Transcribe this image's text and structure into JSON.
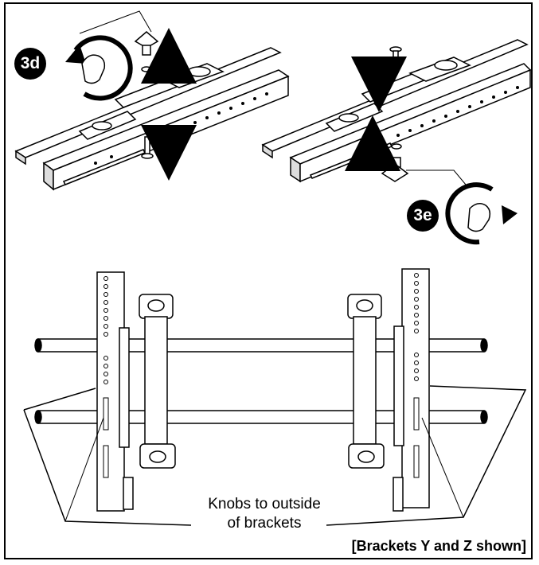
{
  "steps": {
    "step_a": "3d",
    "step_b": "3e"
  },
  "labels": {
    "knobs_line1": "Knobs to outside",
    "knobs_line2": "of brackets",
    "brackets_shown": "[Brackets Y and Z shown]"
  },
  "icons": {
    "rotate_ccw": "rotate-counterclockwise-hand-icon",
    "rotate_cw": "rotate-clockwise-hand-icon"
  },
  "colors": {
    "line": "#000000",
    "background": "#ffffff",
    "badge": "#000000"
  }
}
